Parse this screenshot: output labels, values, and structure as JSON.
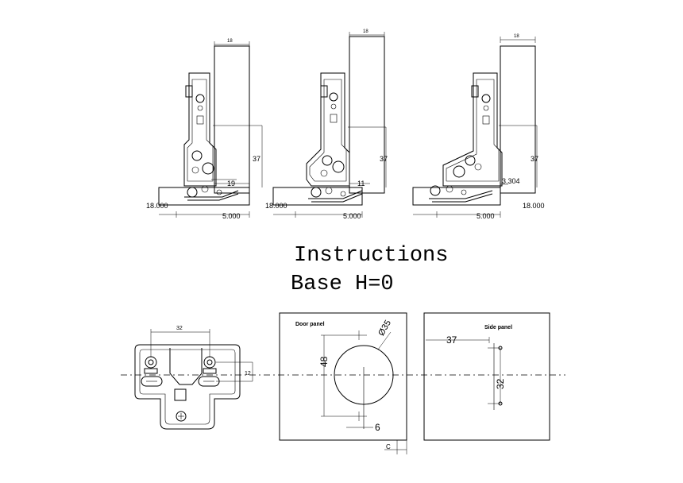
{
  "title": "Instructions",
  "subtitle": "Base H=0",
  "hinge_views": [
    {
      "top_dim": "18",
      "height_dim": "37",
      "overlay_dim": "19",
      "left_dim": "18.000",
      "bottom_dim": "5.000"
    },
    {
      "top_dim": "18",
      "height_dim": "37",
      "overlay_dim": "11",
      "left_dim": "18.000",
      "bottom_dim": "5.000"
    },
    {
      "top_dim": "18",
      "height_dim": "37",
      "overlay_dim": "3.304",
      "right_dim": "18.000",
      "bottom_dim": "5.000"
    }
  ],
  "plate": {
    "width_dim": "32",
    "height_dim": "12"
  },
  "door_panel": {
    "label": "Door panel",
    "hole_dim": "Ø35",
    "height_dim": "48",
    "offset_dim": "6",
    "edge_dim": "C"
  },
  "side_panel": {
    "label": "Side panel",
    "depth_dim": "37",
    "spacing_dim": "32"
  }
}
